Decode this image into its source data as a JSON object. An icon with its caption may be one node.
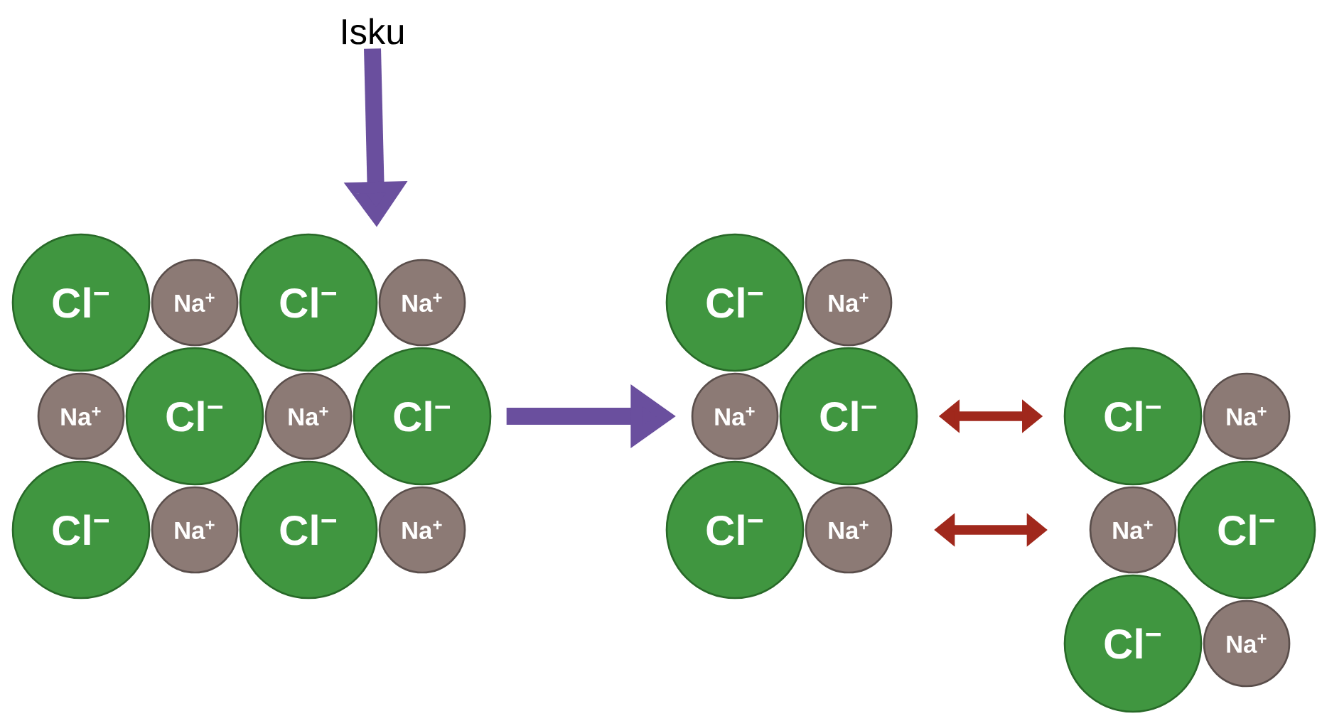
{
  "diagram": {
    "nodes": [
      {
        "text": [
          "Isku"
        ]
      },
      {
        "text": [
          "Cl$^{−}$"
        ]
      },
      {
        "text": [
          "Na$^{+}$"
        ]
      },
      {
        "text": [
          "Cl$^{−}$"
        ]
      },
      {
        "text": [
          "Na$^{+}$"
        ]
      },
      {
        "text": [
          "Na$^{+}$"
        ]
      },
      {
        "text": [
          "Cl$^{−}$"
        ]
      },
      {
        "text": [
          "Na$^{+}$"
        ]
      },
      {
        "text": [
          "Cl$^{−}$"
        ]
      },
      {
        "text": [
          "Cl$^{−}$"
        ]
      },
      {
        "text": [
          "Na$^{+}$"
        ]
      },
      {
        "text": [
          "Cl$^{−}$"
        ]
      },
      {
        "text": [
          "Na$^{+}$"
        ]
      },
      {
        "text": [
          "Cl$^{−}$"
        ]
      },
      {
        "text": [
          "Na$^{+}$"
        ]
      },
      {
        "text": [
          "Na$^{+}$"
        ]
      },
      {
        "text": [
          "Cl$^{−}$"
        ]
      },
      {
        "text": [
          "Cl$^{−}$"
        ]
      },
      {
        "text": [
          "Na$^{+}$"
        ]
      },
      {
        "text": [
          "Cl$^{−}$"
        ]
      },
      {
        "text": [
          "Na$^{+}$"
        ]
      },
      {
        "text": [
          "Na$^{+}$"
        ]
      },
      {
        "text": [
          "Cl$^{−}$"
        ]
      },
      {
        "text": [
          "Cl$^{−}$"
        ]
      },
      {
        "text": [
          "Na$^{+}$"
        ]
      }
    ],
    "edges": [
      {
        "from": 0,
        "to": null,
        "arrow": "to",
        "style": "thick",
        "color": "#6a4f9e"
      },
      {
        "from": 8,
        "to": 15,
        "arrow": "to",
        "style": "thick",
        "color": "#6a4f9e"
      },
      {
        "from": 16,
        "to": 19,
        "arrow": "both",
        "color": "#a0281c"
      },
      {
        "from": 18,
        "to": 21,
        "arrow": "both",
        "color": "#a0281c"
      }
    ]
  }
}
